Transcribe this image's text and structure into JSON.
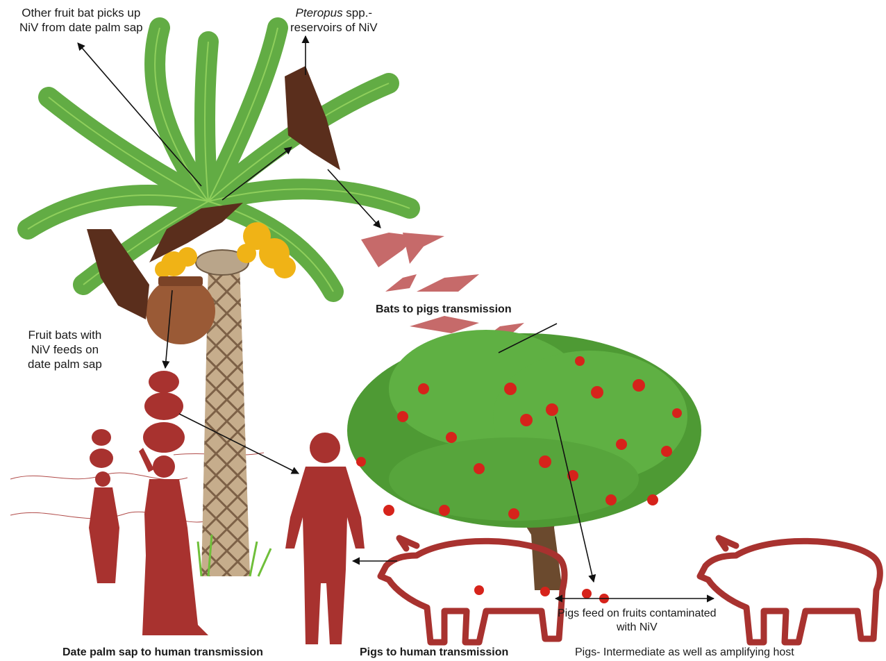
{
  "labels": {
    "other_bat": [
      "Other fruit bat picks up",
      "NiV from date palm sap"
    ],
    "reservoir_genus": "Pteropus",
    "reservoir_rest": " spp.-",
    "reservoir_line2": "reservoirs of NiV",
    "bats_feed": [
      "Fruit bats  with",
      "NiV feeds on",
      "date palm sap"
    ],
    "bats_to_pigs": "Bats to pigs transmission",
    "pigs_feed": [
      "Pigs feed on fruits contaminated",
      "with NiV"
    ],
    "date_palm_to_human": "Date palm sap to human transmission",
    "pigs_to_human": "Pigs to human transmission",
    "pigs_host": "Pigs- Intermediate as well as amplifying host"
  },
  "colors": {
    "figure_red": "#a8322f",
    "bat_brown": "#5a2e1c",
    "palm_green": "#5aa83a",
    "tree_green": "#4e9a34",
    "apple_red": "#d6231b",
    "flower_yellow": "#f0b316",
    "pot_brown": "#9a5a36",
    "trunk": "#a98b6a",
    "arrow": "#111111"
  },
  "icons": [
    "date-palm-tree",
    "fruit-bat",
    "clay-pot",
    "apple-tree",
    "woman-carrying-pots",
    "child-carrying-pot",
    "man-silhouette",
    "pig-outline"
  ]
}
